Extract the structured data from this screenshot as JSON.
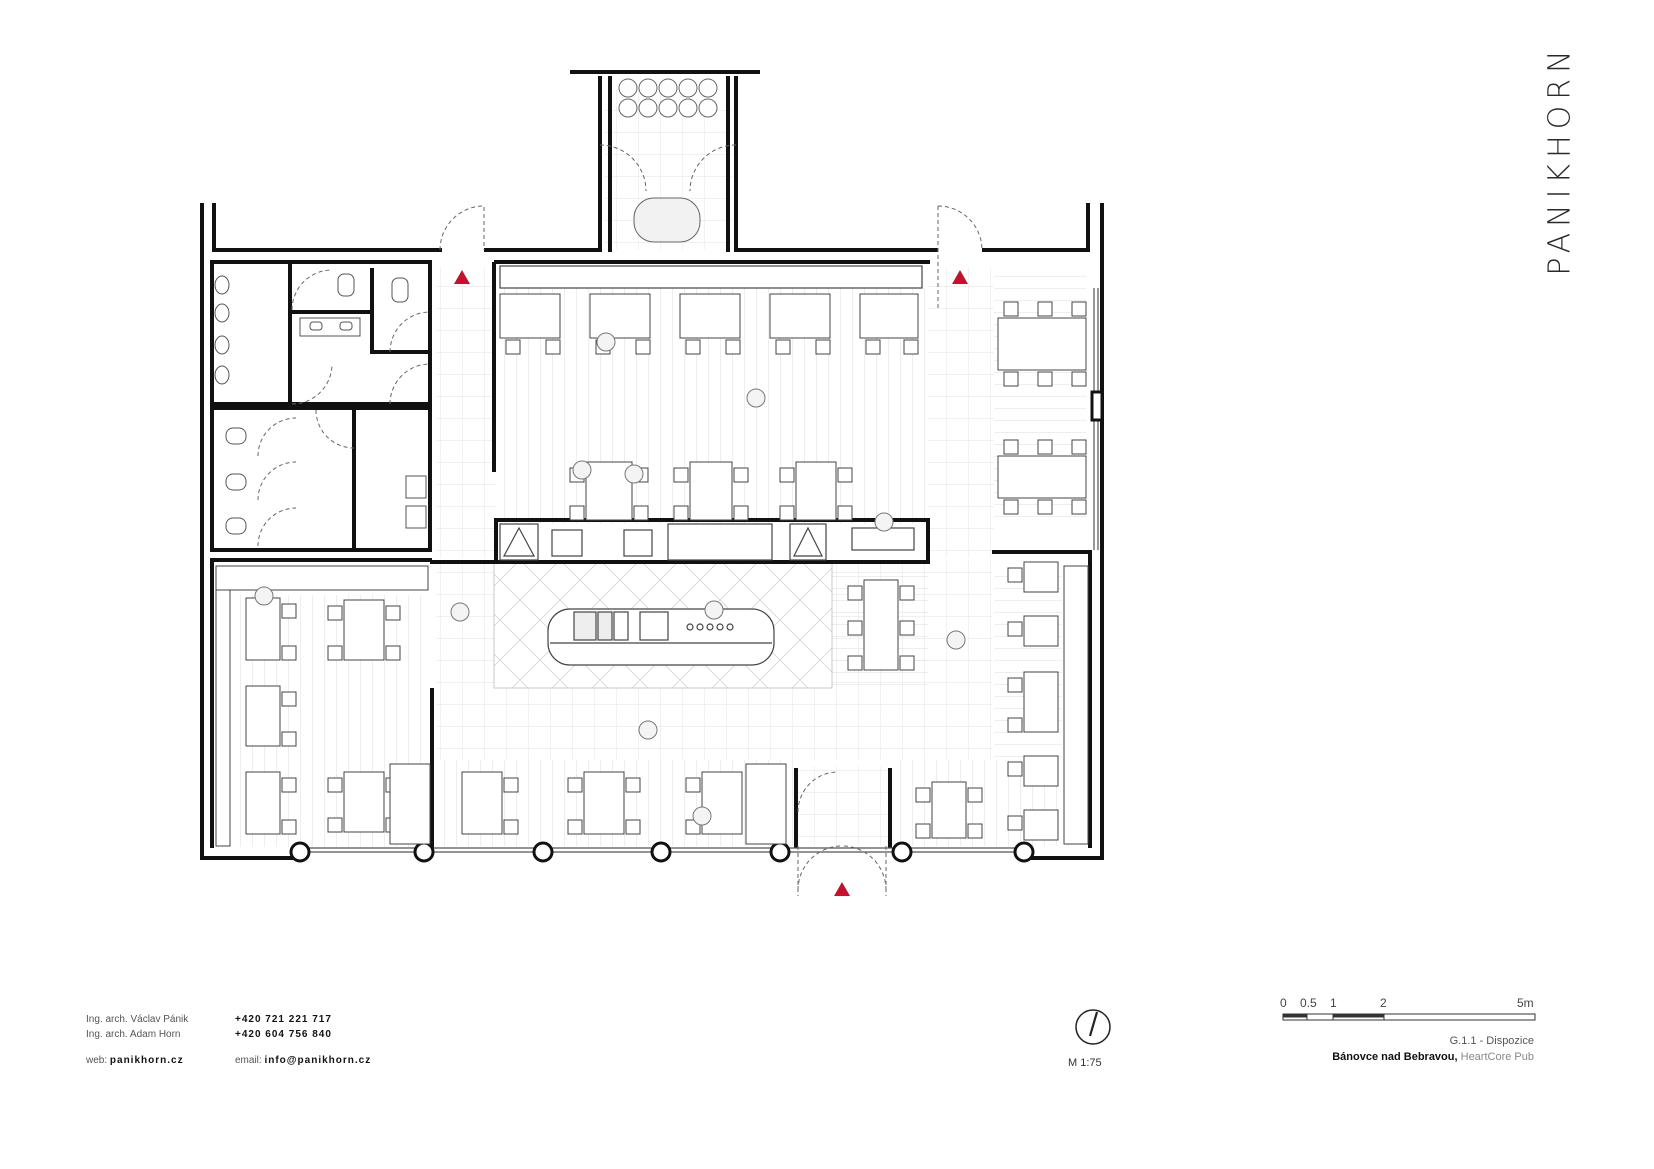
{
  "brand": {
    "logo": "PANIKHORN"
  },
  "contacts": {
    "architects": [
      "Ing. arch. Václav Pánik",
      "Ing. arch. Adam Horn"
    ],
    "phones": [
      "+420 721 221 717",
      "+420 604 756 840"
    ],
    "web_label": "web:",
    "web": "panikhorn.cz",
    "email_label": "email:",
    "email": "info@panikhorn.cz"
  },
  "scale": {
    "label": "M 1:75",
    "ticks": [
      "0",
      "0.5",
      "1",
      "2",
      "5m"
    ]
  },
  "sheet": {
    "code": "G.1.1 - Dispozice",
    "place": "Bánovce nad Bebravou,",
    "project": "HeartCore Pub"
  },
  "colors": {
    "wall": "#111111",
    "line": "#6a6a6a",
    "hatch": "#c9c9c9",
    "entrance": "#c8102e",
    "person": "#9a9a9a"
  }
}
